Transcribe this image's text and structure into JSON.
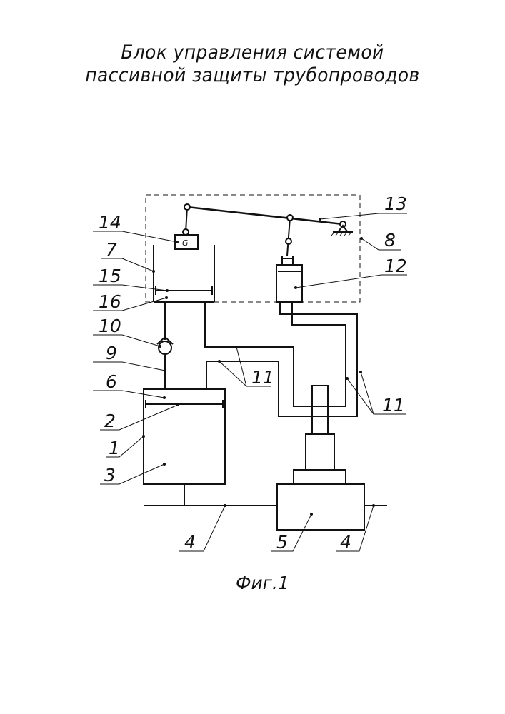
{
  "title": {
    "line1": "Блок управления системой",
    "line2": "пассивной защиты трубопроводов"
  },
  "figure_caption": "Фиг.1",
  "weight_symbol": "G",
  "labels": {
    "l1": "1",
    "l2": "2",
    "l3": "3",
    "l4a": "4",
    "l4b": "4",
    "l5": "5",
    "l6": "6",
    "l7": "7",
    "l8": "8",
    "l9": "9",
    "l10": "10",
    "l11a": "11",
    "l11b": "11",
    "l12": "12",
    "l13": "13",
    "l14": "14",
    "l15": "15",
    "l16": "16"
  }
}
